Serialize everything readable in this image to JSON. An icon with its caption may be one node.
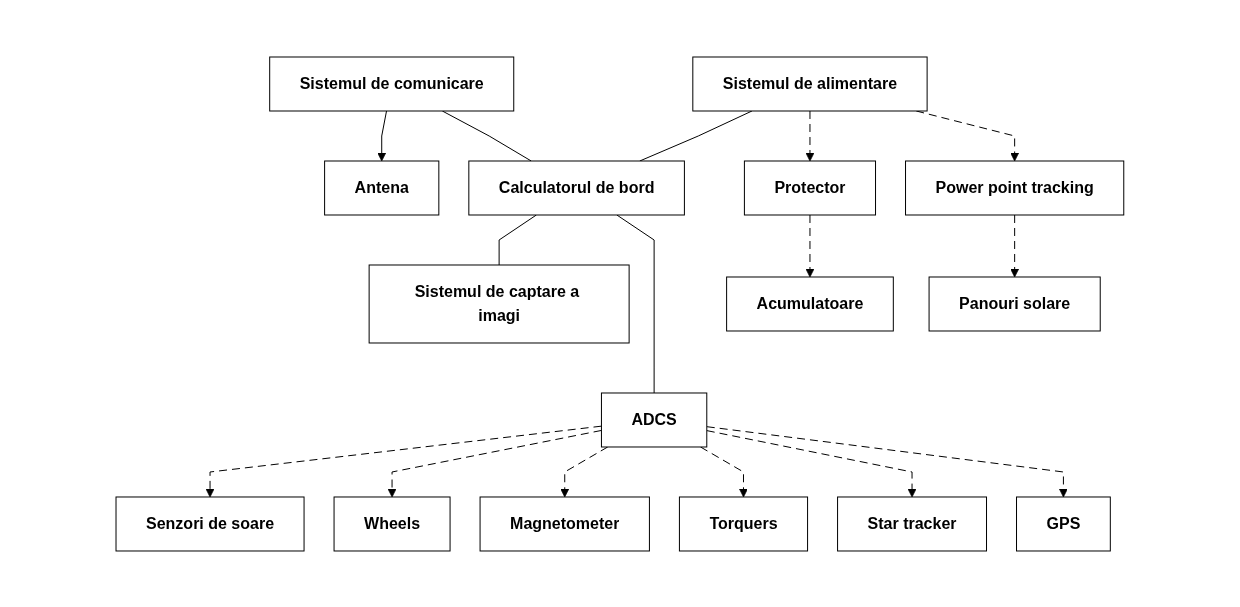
{
  "diagram": {
    "nodes": [
      {
        "text": [
          "Antena"
        ]
      },
      {
        "text": [
          "Sistemul de comunicare"
        ]
      },
      {
        "text": [
          "Sistemul de alimentare"
        ]
      },
      {
        "text": [
          "Calculatorul de bord"
        ]
      },
      {
        "text": [
          "Sistemul de captare a imagi"
        ]
      },
      {
        "text": [
          "Protector"
        ]
      },
      {
        "text": [
          "Power point tracking"
        ]
      },
      {
        "text": [
          "Senzori de soare"
        ]
      },
      {
        "text": [
          "Wheels"
        ]
      },
      {
        "text": [
          "ADCS"
        ]
      },
      {
        "text": [
          "Magnetometer"
        ]
      },
      {
        "text": [
          "Torquers"
        ]
      },
      {
        "text": [
          "Acumulatoare"
        ]
      },
      {
        "text": [
          "Panouri solare"
        ]
      },
      {
        "text": [
          "Star tracker"
        ]
      },
      {
        "text": [
          "GPS"
        ]
      }
    ],
    "edges": [
      {
        "from": 1,
        "to": 0,
        "arrow": "to"
      },
      {
        "from": 1,
        "to": 3,
        "arrow": "none"
      },
      {
        "from": 2,
        "to": 3,
        "arrow": "none"
      },
      {
        "from": 3,
        "to": 4,
        "arrow": "none"
      },
      {
        "from": 3,
        "to": 9,
        "arrow": "none"
      },
      {
        "from": 2,
        "to": 5,
        "arrow": "to",
        "style": "dashed"
      },
      {
        "from": 2,
        "to": 6,
        "arrow": "to",
        "style": "dashed"
      },
      {
        "from": 5,
        "to": 12,
        "arrow": "to",
        "style": "dashed"
      },
      {
        "from": 6,
        "to": 13,
        "arrow": "to",
        "style": "dashed"
      },
      {
        "from": 9,
        "to": 7,
        "arrow": "to",
        "style": "dashed"
      },
      {
        "from": 9,
        "to": 8,
        "arrow": "to",
        "style": "dashed"
      },
      {
        "from": 9,
        "to": 10,
        "arrow": "to",
        "style": "dashed"
      },
      {
        "from": 9,
        "to": 11,
        "arrow": "to",
        "style": "dashed"
      },
      {
        "from": 9,
        "to": 14,
        "arrow": "to",
        "style": "dashed"
      },
      {
        "from": 9,
        "to": 15,
        "arrow": "to",
        "style": "dashed"
      }
    ]
  }
}
